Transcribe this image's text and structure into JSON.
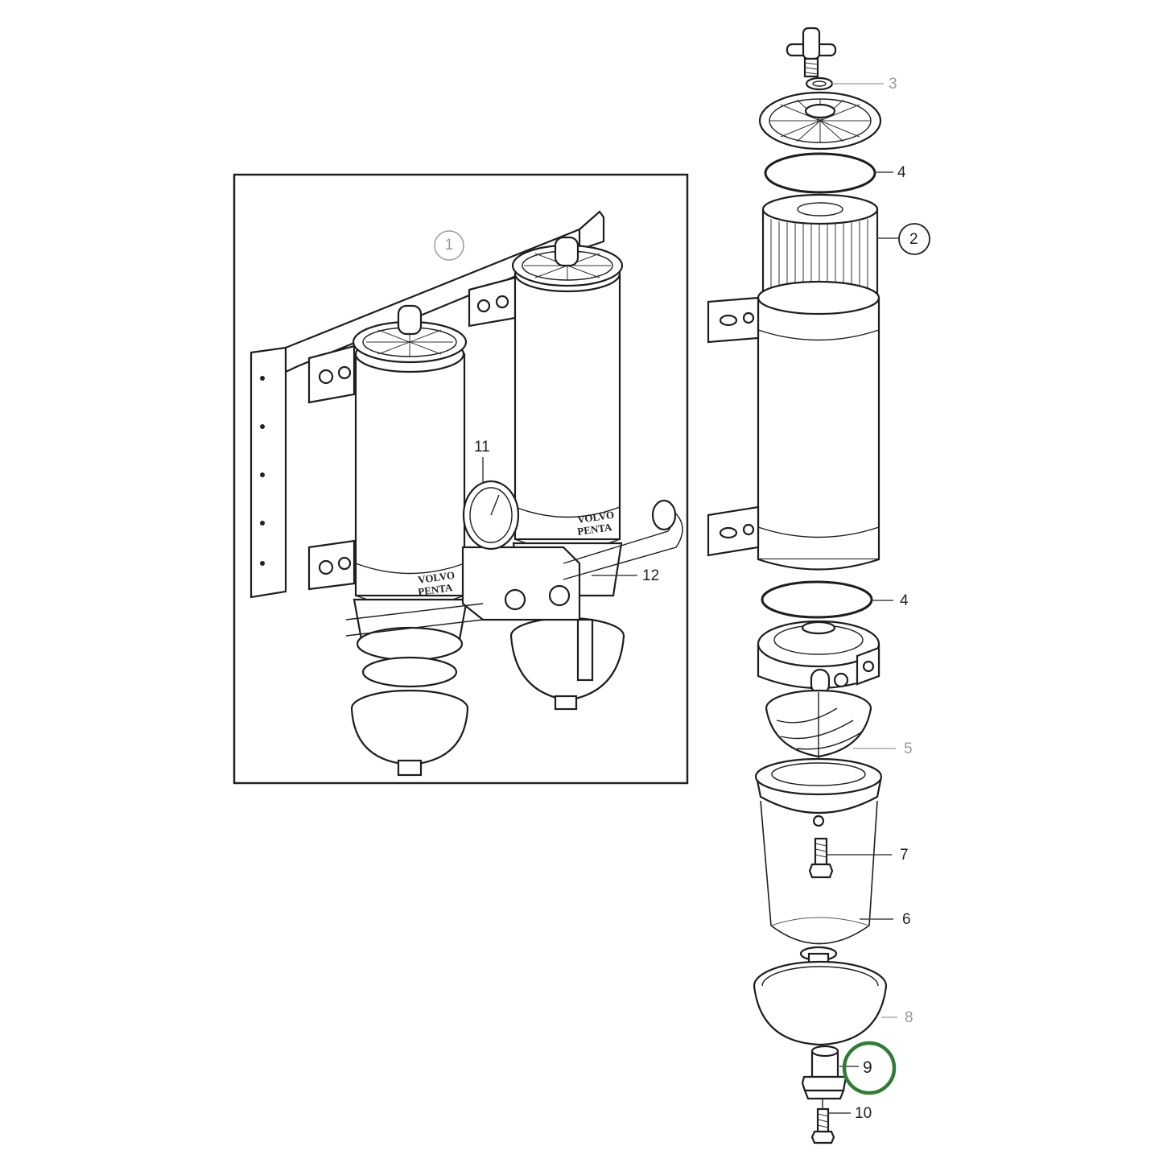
{
  "diagram": {
    "type": "exploded parts diagram",
    "subject": "Fuel filter / water separator assembly",
    "highlight_color": "#2e7d32",
    "highlighted_part": "9",
    "inset": {
      "label": "1",
      "brand_text": "VOLVO PENTA",
      "callouts": [
        {
          "id": "11",
          "label": "11"
        },
        {
          "id": "12",
          "label": "12"
        }
      ]
    },
    "exploded_view": {
      "callouts": [
        {
          "id": "3",
          "label": "3",
          "style": "faded"
        },
        {
          "id": "4a",
          "label": "4",
          "style": "dark"
        },
        {
          "id": "2",
          "label": "2",
          "style": "circled"
        },
        {
          "id": "4b",
          "label": "4",
          "style": "dark"
        },
        {
          "id": "5",
          "label": "5",
          "style": "faded"
        },
        {
          "id": "7",
          "label": "7",
          "style": "dark"
        },
        {
          "id": "6",
          "label": "6",
          "style": "dark"
        },
        {
          "id": "8",
          "label": "8",
          "style": "faded"
        },
        {
          "id": "9",
          "label": "9",
          "style": "highlighted"
        },
        {
          "id": "10",
          "label": "10",
          "style": "dark"
        }
      ]
    }
  }
}
